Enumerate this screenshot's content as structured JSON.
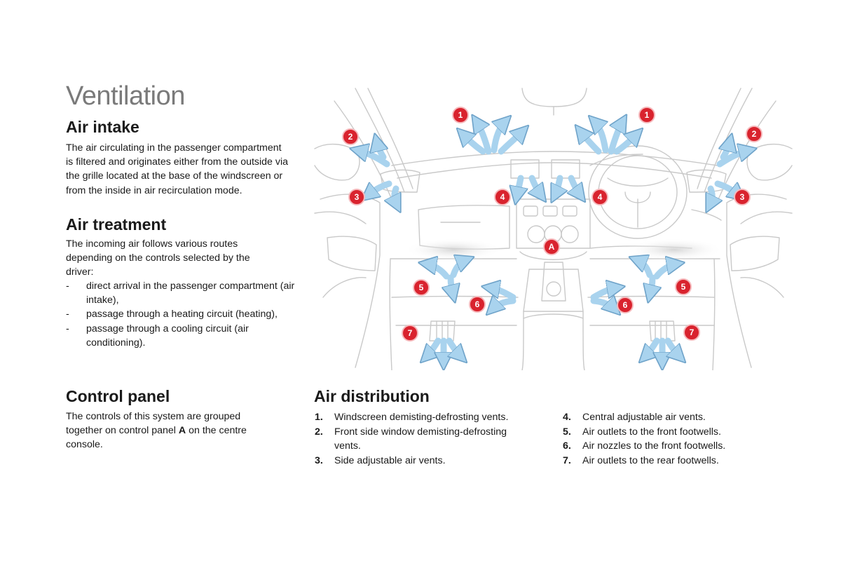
{
  "page": {
    "title": "Ventilation"
  },
  "air_intake": {
    "heading": "Air intake",
    "lines": [
      "The air circulating in the passenger compartment",
      "is filtered and originates either from the outside via",
      "the grille located at the base of the windscreen or",
      "from the inside in air recirculation mode."
    ]
  },
  "air_treatment": {
    "heading": "Air treatment",
    "lines": [
      "The incoming air follows various routes",
      "depending on the controls selected by the",
      "driver:"
    ],
    "bullets": [
      {
        "dash": "-",
        "text": "direct arrival in the passenger compartment (air intake),"
      },
      {
        "dash": "-",
        "text": "passage through a heating circuit (heating),"
      },
      {
        "dash": "-",
        "text": "passage through a cooling circuit (air conditioning)."
      }
    ]
  },
  "control_panel": {
    "heading": "Control panel",
    "text_before": "The controls of this system are grouped together on control panel ",
    "bold": "A",
    "text_after": " on the centre console."
  },
  "air_distribution": {
    "heading": "Air distribution",
    "col1": [
      {
        "num": "1.",
        "text": "Windscreen demisting-defrosting vents."
      },
      {
        "num": "2.",
        "text": "Front side window demisting-defrosting vents."
      },
      {
        "num": "3.",
        "text": "Side adjustable air vents."
      }
    ],
    "col2": [
      {
        "num": "4.",
        "text": "Central adjustable air vents."
      },
      {
        "num": "5.",
        "text": "Air outlets to the front footwells."
      },
      {
        "num": "6.",
        "text": "Air nozzles to the front footwells."
      },
      {
        "num": "7.",
        "text": "Air outlets to the rear footwells."
      }
    ]
  },
  "diagram": {
    "marker_color": "#d9232e",
    "arrow_color": "#a9d3ee",
    "markers": {
      "m1l": "1",
      "m1r": "1",
      "m2l": "2",
      "m2r": "2",
      "m3l": "3",
      "m3r": "3",
      "m4l": "4",
      "m4r": "4",
      "m5l": "5",
      "m5r": "5",
      "m6l": "6",
      "m6r": "6",
      "m7l": "7",
      "m7r": "7",
      "ma": "A"
    }
  }
}
